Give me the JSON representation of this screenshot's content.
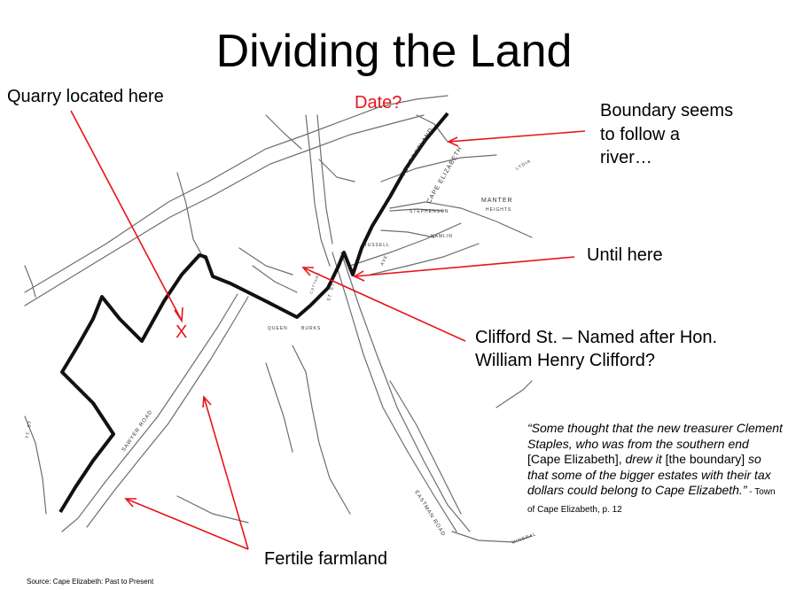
{
  "slide": {
    "title": "Dividing the Land",
    "date_label": "Date?",
    "labels": {
      "quarry": "Quarry located here",
      "boundary_line1": "Boundary seems",
      "boundary_line2": "to follow a",
      "boundary_line3": "river…",
      "until": "Until here",
      "clifford_line1": "Clifford St. – Named after Hon.",
      "clifford_line2": "William Henry Clifford?",
      "fertile": "Fertile farmland",
      "x_mark": "X"
    },
    "quote": {
      "p1": "“Some thought that the new treasurer Clement Staples, who was from the southern end ",
      "p2": "[Cape Elizabeth], ",
      "p3": "drew it ",
      "p4": "[the boundary] ",
      "p5": "so that some of the bigger estates with their tax dollars could belong to Cape Elizabeth.”",
      "cite": " - Town of Cape Elizabeth, p. 12"
    },
    "source": "Source: Cape Elizabeth: Past to Present",
    "map_labels": {
      "portland": "SO. PORTLAND",
      "cape": "CAPE ELIZABETH",
      "manter": "MANTER",
      "heights": "HEIGHTS",
      "stephenson": "STEPHENSON",
      "hamlin": "HAMLIN",
      "russell": "RUSSELL",
      "queen": "QUEEN",
      "burks": "BURKS",
      "sawyer": "SAWYER ROAD",
      "eastman": "EASTMAN ROAD",
      "lydia": "LYDIA",
      "street": "ST. ST.",
      "ave": "AVE",
      "ts": "TT. ST",
      "mineral": "MINERAL",
      "cottage": "COTTAGE"
    },
    "colors": {
      "accent": "#e8141b",
      "map_line": "#6e6e6e",
      "boundary": "#111111"
    }
  }
}
